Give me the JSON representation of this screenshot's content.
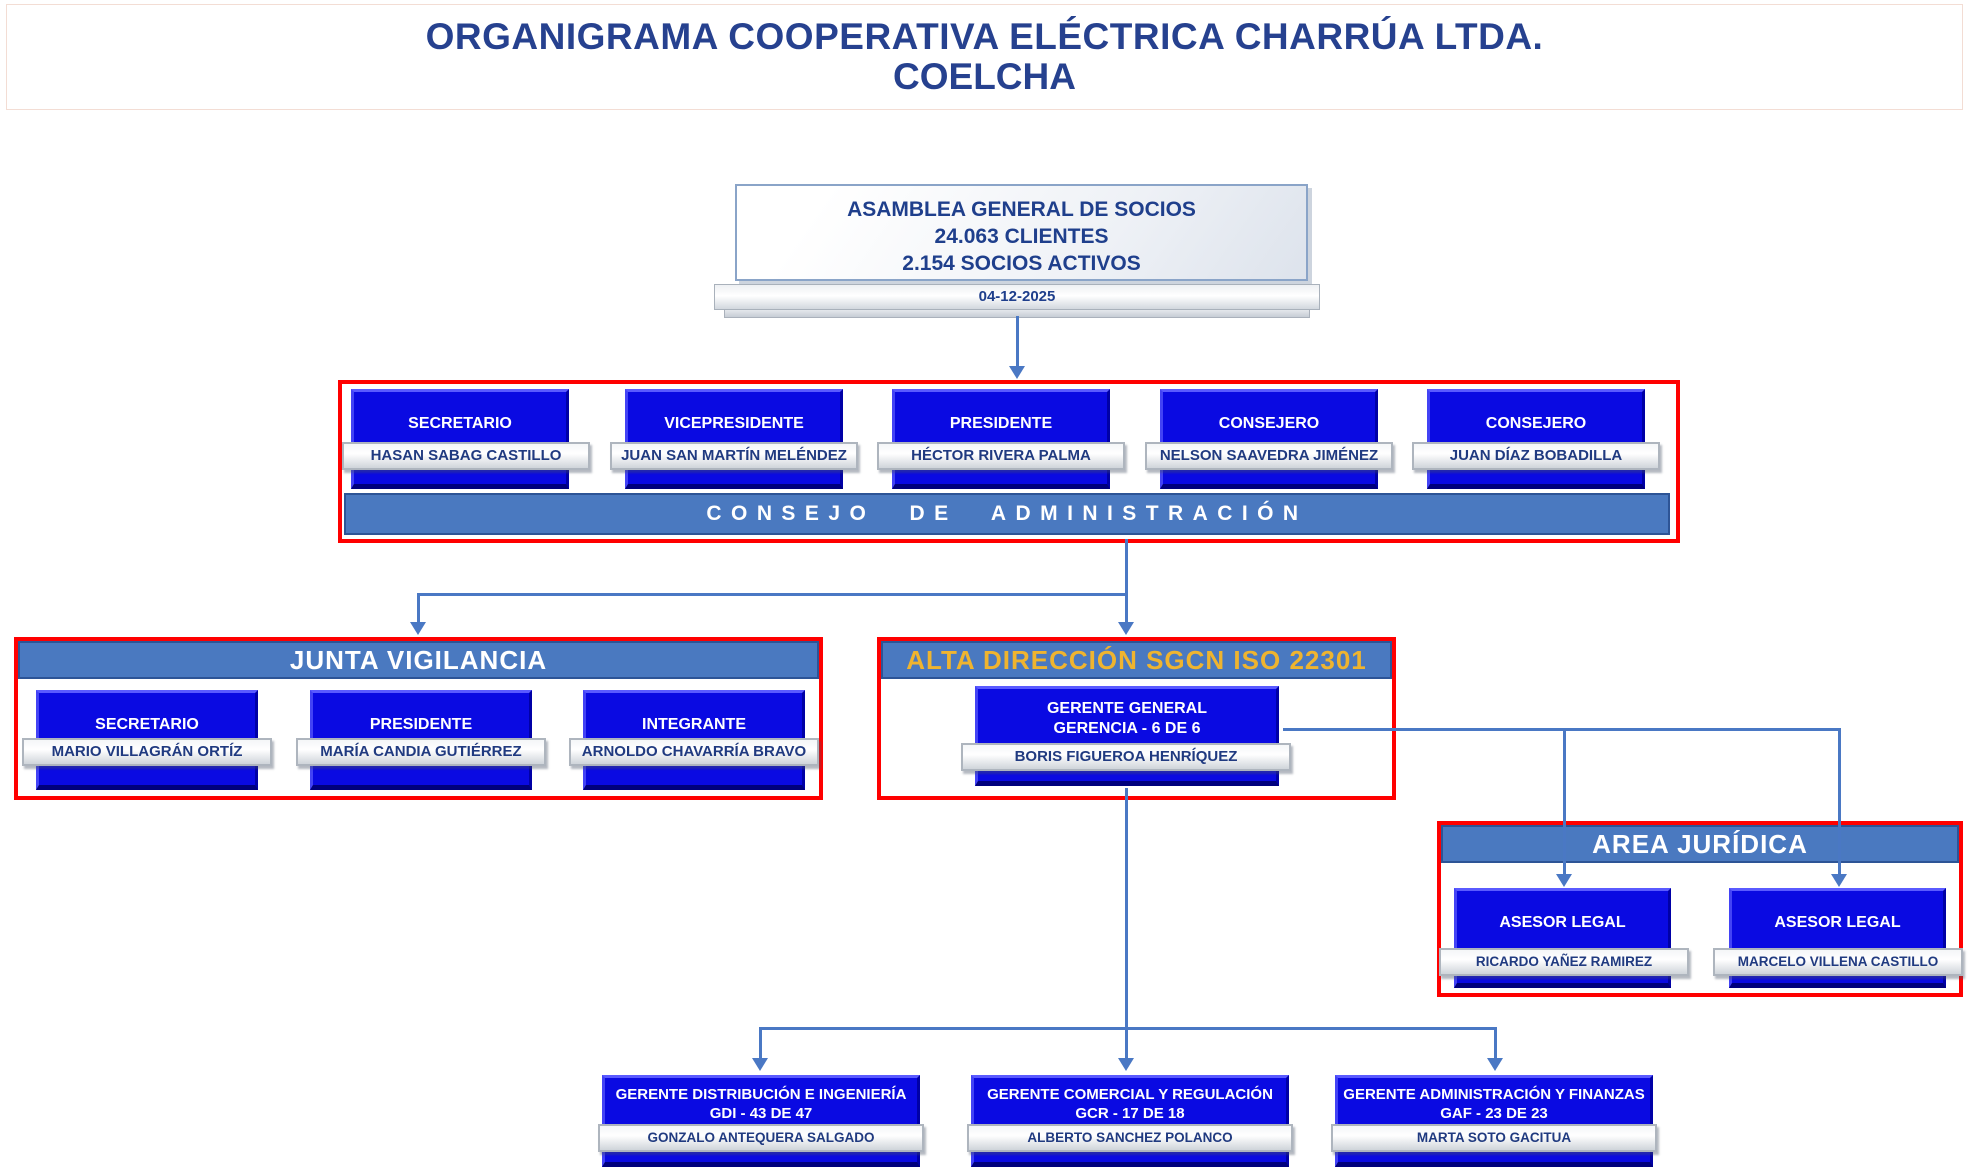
{
  "title": {
    "line1": "ORGANIGRAMA COOPERATIVA ELÉCTRICA CHARRÚA LTDA.",
    "line2": "COELCHA"
  },
  "assembly": {
    "line1": "ASAMBLEA GENERAL DE SOCIOS",
    "line2": "24.063 CLIENTES",
    "line3": "2.154 SOCIOS ACTIVOS",
    "date": "04-12-2025"
  },
  "consejo": {
    "bar_label": "CONSEJO DE ADMINISTRACIÓN",
    "members": [
      {
        "role": "SECRETARIO",
        "name": "HASAN SABAG CASTILLO"
      },
      {
        "role": "VICEPRESIDENTE",
        "name": "JUAN SAN MARTÍN MELÉNDEZ"
      },
      {
        "role": "PRESIDENTE",
        "name": "HÉCTOR RIVERA PALMA"
      },
      {
        "role": "CONSEJERO",
        "name": "NELSON SAAVEDRA JIMÉNEZ"
      },
      {
        "role": "CONSEJERO",
        "name": "JUAN DÍAZ BOBADILLA"
      }
    ]
  },
  "junta": {
    "header": "JUNTA VIGILANCIA",
    "members": [
      {
        "role": "SECRETARIO",
        "name": "MARIO VILLAGRÁN ORTÍZ"
      },
      {
        "role": "PRESIDENTE",
        "name": "MARÍA CANDIA GUTIÉRREZ"
      },
      {
        "role": "INTEGRANTE",
        "name": "ARNOLDO CHAVARRÍA BRAVO"
      }
    ]
  },
  "alta": {
    "header": "ALTA DIRECCIÓN SGCN ISO 22301",
    "role_line1": "GERENTE GENERAL",
    "role_line2": "GERENCIA - 6 DE 6",
    "name": "BORIS FIGUEROA HENRÍQUEZ"
  },
  "juridica": {
    "header": "AREA JURÍDICA",
    "members": [
      {
        "role": "ASESOR LEGAL",
        "name": "RICARDO YAÑEZ RAMIREZ"
      },
      {
        "role": "ASESOR LEGAL",
        "name": "MARCELO VILLENA CASTILLO"
      }
    ]
  },
  "gerencias": [
    {
      "role_line1": "GERENTE DISTRIBUCIÓN E INGENIERÍA",
      "role_line2": "GDI - 43 DE 47",
      "name": "GONZALO ANTEQUERA SALGADO"
    },
    {
      "role_line1": "GERENTE COMERCIAL Y REGULACIÓN",
      "role_line2": "GCR - 17 DE 18",
      "name": "ALBERTO SANCHEZ POLANCO"
    },
    {
      "role_line1": "GERENTE ADMINISTRACIÓN Y FINANZAS",
      "role_line2": "GAF - 23 DE 23",
      "name": "MARTA SOTO GACITUA"
    }
  ],
  "colors": {
    "title_text": "#26418f",
    "box_blue": "#0a0ae2",
    "header_steel_blue": "#4a79c0",
    "header_border": "#2d5496",
    "section_border_red": "#ff0000",
    "connector_blue": "#4a78c4",
    "gold_text": "#efb42f",
    "name_text_navy": "#203a80"
  }
}
